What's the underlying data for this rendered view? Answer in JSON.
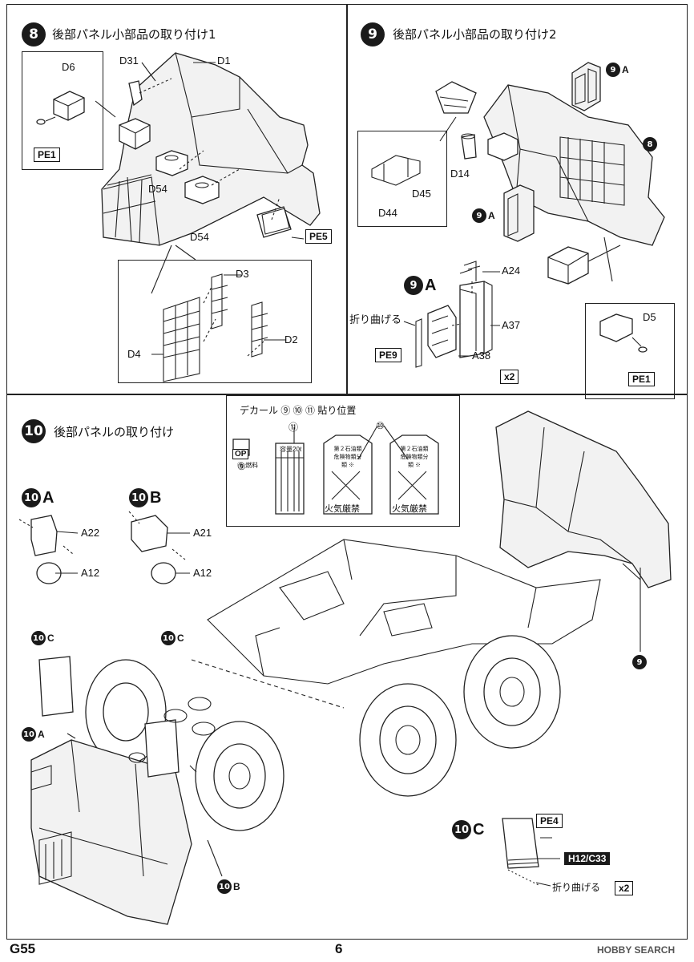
{
  "steps": {
    "s8": {
      "num": "8",
      "title": "後部パネル小部品の取り付け1"
    },
    "s9": {
      "num": "9",
      "title": "後部パネル小部品の取り付け2"
    },
    "s10": {
      "num": "10",
      "title": "後部パネルの取り付け"
    }
  },
  "s8_labels": {
    "d6": "D6",
    "d31": "D31",
    "d1": "D1",
    "pe1": "PE1",
    "d54a": "D54",
    "d54b": "D54",
    "pe5": "PE5",
    "d3": "D3",
    "d4": "D4",
    "d2": "D2"
  },
  "s9_labels": {
    "sub_9a": "9",
    "sub_9a_letter": "A",
    "ref_8": "8",
    "d14": "D14",
    "d45": "D45",
    "d44": "D44",
    "a24": "A24",
    "a37": "A37",
    "a38": "A38",
    "bend": "折り曲げる",
    "pe9": "PE9",
    "x2": "x2",
    "d5": "D5",
    "pe1": "PE1"
  },
  "s9_sub": {
    "num": "9",
    "letter": "A"
  },
  "decal": {
    "title": "デカール ⑨ ⑩ ⑪ 貼り位置",
    "n9": "⑨",
    "n10": "⑩",
    "n11": "⑪",
    "op": "OP",
    "plate": "容量20ℓ",
    "small9": "⑨ 燃料",
    "tank_text": "第２石油類 危険物類分 類 ※",
    "fire": "火気厳禁"
  },
  "s10_sub": {
    "a": "A",
    "b": "B",
    "c": "C",
    "num": "10"
  },
  "s10_labels": {
    "a22": "A22",
    "a12a": "A12",
    "a21": "A21",
    "a12b": "A12",
    "ref9": "9",
    "pe4": "PE4",
    "h12": "H12/C33",
    "bend": "折り曲げる",
    "x2": "x2"
  },
  "footer": {
    "page_code": "G55",
    "page_num": "6",
    "watermark": "HOBBY SEARCH"
  }
}
